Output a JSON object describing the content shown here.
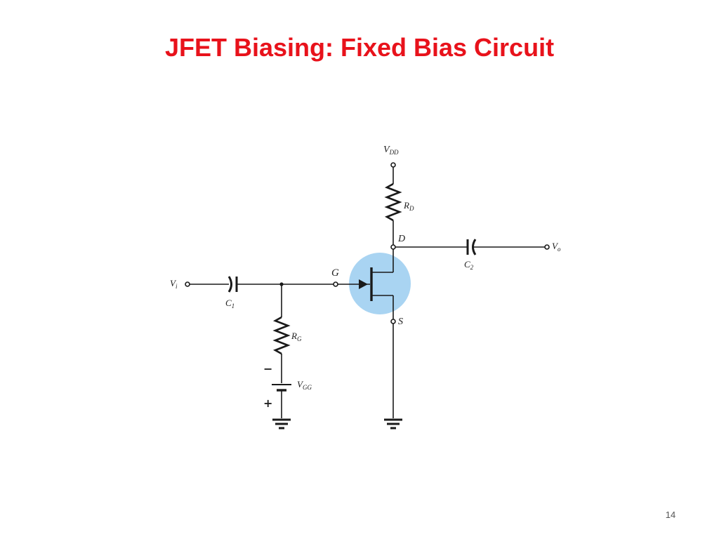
{
  "slide": {
    "title": "JFET Biasing: Fixed Bias Circuit",
    "page_number": "14"
  },
  "colors": {
    "title": "#e8121b",
    "wire": "#1a1a1a",
    "jfet_highlight": "#a9d4f2"
  },
  "circuit": {
    "labels": {
      "vdd_main": "V",
      "vdd_sub": "DD",
      "rd_main": "R",
      "rd_sub": "D",
      "drain": "D",
      "c2_main": "C",
      "c2_sub": "2",
      "vo_main": "V",
      "vo_sub": "o",
      "vi_main": "V",
      "vi_sub": "i",
      "c1_main": "C",
      "c1_sub": "1",
      "gate": "G",
      "source": "S",
      "rg_main": "R",
      "rg_sub": "G",
      "vgg_main": "V",
      "vgg_sub": "GG",
      "minus": "−",
      "plus": "+"
    }
  }
}
